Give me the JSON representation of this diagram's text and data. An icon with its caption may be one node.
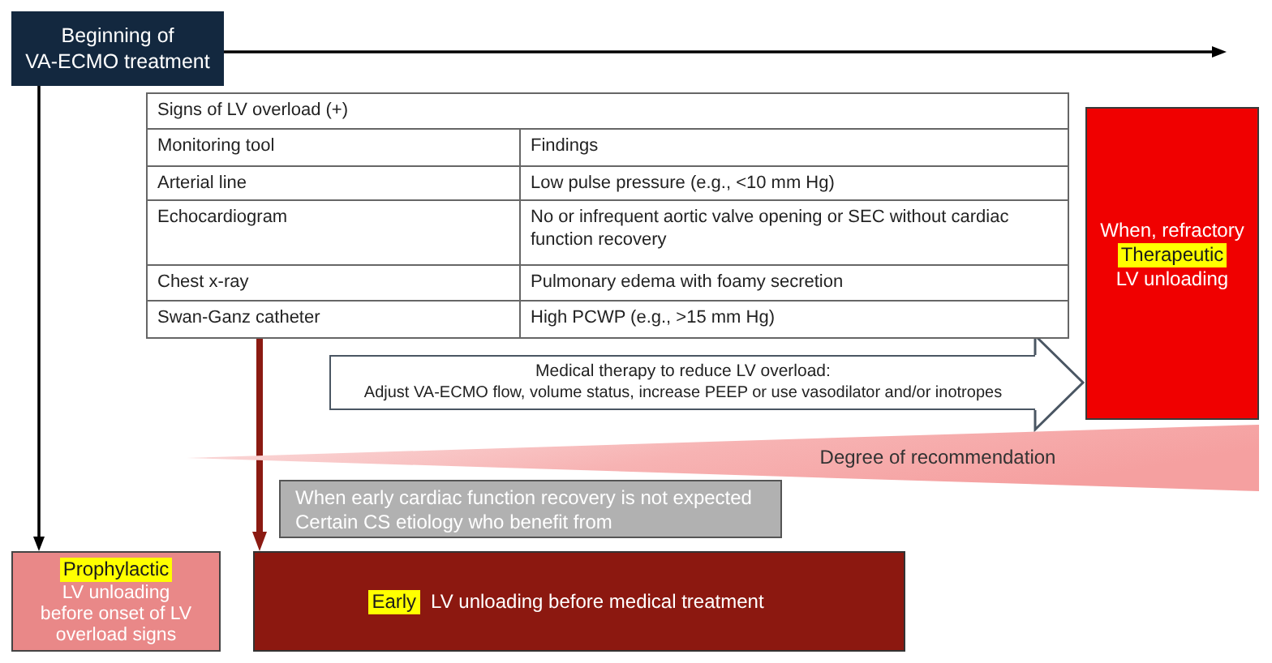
{
  "diagram": {
    "nodes": [
      {
        "text": [
          "Beginning of VA-ECMO treatment"
        ]
      },
      {
        "text": [
          "Signs of LV overload (+)"
        ]
      },
      {
        "text": [
          "When, refractory",
          "Therapeutic",
          "LV unloading"
        ]
      },
      {
        "text": [
          "Medical therapy to reduce LV overload:",
          "Adjust VA-ECMO flow, volume status, increase PEEP or use vasodilator and/or inotropes"
        ]
      },
      {
        "text": [
          "Degree of recommendation"
        ]
      },
      {
        "text": [
          "When early cardiac function recovery is not expected",
          "Certain CS etiology who benefit from"
        ]
      },
      {
        "text": [
          "Prophylactic",
          "LV unloading before onset of LV overload signs"
        ]
      },
      {
        "text": [
          "Early",
          "LV unloading before medical treatment"
        ]
      }
    ],
    "edges": [
      {
        "from": 0,
        "to": null,
        "arrow": "to"
      },
      {
        "from": 0,
        "to": 6,
        "arrow": "to"
      },
      {
        "from": 1,
        "to": 7,
        "arrow": "to",
        "style": "thick",
        "color": "#8b1a12"
      },
      {
        "from": 3,
        "to": 2,
        "arrow": "to",
        "color": "#4a5663"
      }
    ],
    "labels": [
      "Monitoring tool",
      "Findings",
      "Arterial line",
      "Low pulse pressure (e.g., <10 mm Hg)",
      "Echocardiogram",
      "No or infrequent aortic valve opening or SEC without cardiac function recovery",
      "Chest x-ray",
      "Pulmonary edema with foamy secretion",
      "Swan-Ganz catheter",
      "High PCWP (e.g., >15 mm Hg)"
    ]
  }
}
